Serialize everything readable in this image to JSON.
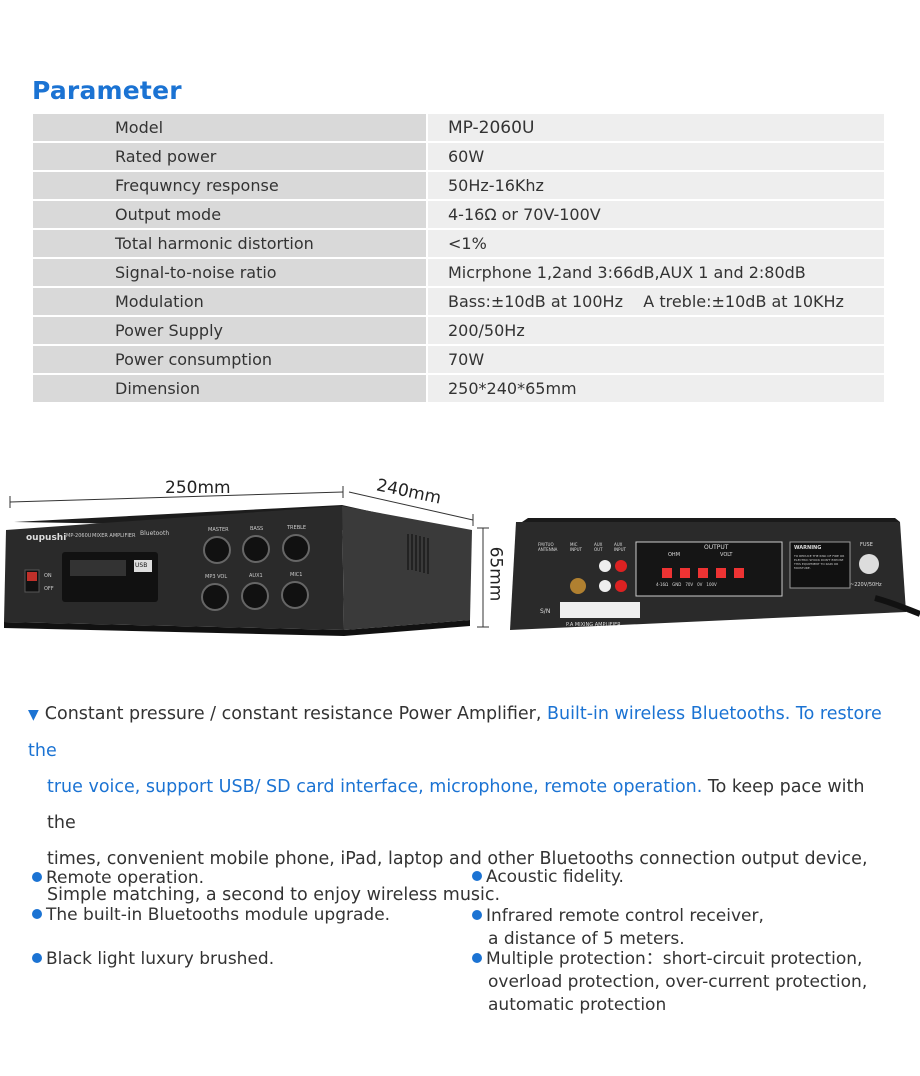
{
  "title": "Parameter",
  "specs": [
    {
      "key": "Model",
      "value": "MP-2060U"
    },
    {
      "key": "Rated power",
      "value": "60W"
    },
    {
      "key": "Frequwncy response",
      "value": "50Hz-16Khz"
    },
    {
      "key": "Output mode",
      "value": "4-16Ω or 70V-100V"
    },
    {
      "key": "Total harmonic distortion",
      "value": "<1%"
    },
    {
      "key": "Signal-to-noise ratio",
      "value": "Micrphone 1,2and 3:66dB,AUX 1 and 2:80dB"
    },
    {
      "key": "Modulation",
      "value": "Bass:±10dB at 100Hz    A treble:±10dB at 10KHz"
    },
    {
      "key": "Power Supply",
      "value": "200/50Hz"
    },
    {
      "key": "Power consumption",
      "value": "70W"
    },
    {
      "key": "Dimension",
      "value": "250*240*65mm"
    }
  ],
  "dimensions": {
    "width": "250mm",
    "depth": "240mm",
    "height": "65mm"
  },
  "front_panel": {
    "brand": "oupushi",
    "model_label": "MP-2060U",
    "type_label": "MIXER AMPLIFIER",
    "bt_label": "Bluetooth",
    "knob_labels_top": [
      "MASTER",
      "BASS",
      "TREBLE"
    ],
    "knob_labels_bottom": [
      "MP3 VOL",
      "AUX1",
      "MIC1"
    ],
    "power_on": "ON",
    "power_off": "OFF",
    "usb": "USB"
  },
  "back_panel": {
    "fm": "FM/TUO ANTENNA",
    "mic_input": "MIC INPUT",
    "aux_out": "AUX OUT",
    "aux_input": "AUX INPUT",
    "output": "OUTPUT",
    "ohm": "OHM",
    "volt": "VOLT",
    "terminals": [
      "4-16Ω",
      "GND",
      "70V",
      "0V",
      "100V"
    ],
    "warning": "WARNING",
    "warning_text": "TO REDUCE THE RISK OF FIRE OR ELECTRIC SHOCK DON'T EXPOSE THIS EQUIPMENT TO RAIN OR MOISTURE.",
    "fuse": "FUSE",
    "power": "~220V/50Hz",
    "sn": "S/N",
    "footer": "P.A MIXING AMPLIFIER"
  },
  "description": {
    "part1": "Constant pressure / constant resistance Power Amplifier, ",
    "highlight": "Built-in wireless Bluetooths. To restore the",
    "highlight2": "true voice, support USB/ SD card interface, microphone, remote operation.",
    "part2": " To keep pace with the",
    "line3": "times, convenient mobile phone, iPad, laptop and other Bluetooths connection output device,",
    "line4": "Simple matching, a second to enjoy wireless music."
  },
  "features_left": [
    "Remote operation.",
    "The built-in Bluetooths module upgrade.",
    "Black light luxury brushed."
  ],
  "features_right": [
    {
      "lines": [
        "Acoustic fidelity."
      ]
    },
    {
      "lines": [
        "Infrared remote control receiver,",
        "a distance of 5 meters."
      ]
    },
    {
      "lines": [
        "Multiple protection：short-circuit protection,",
        "overload protection, over-current protection,",
        "automatic protection"
      ]
    }
  ]
}
